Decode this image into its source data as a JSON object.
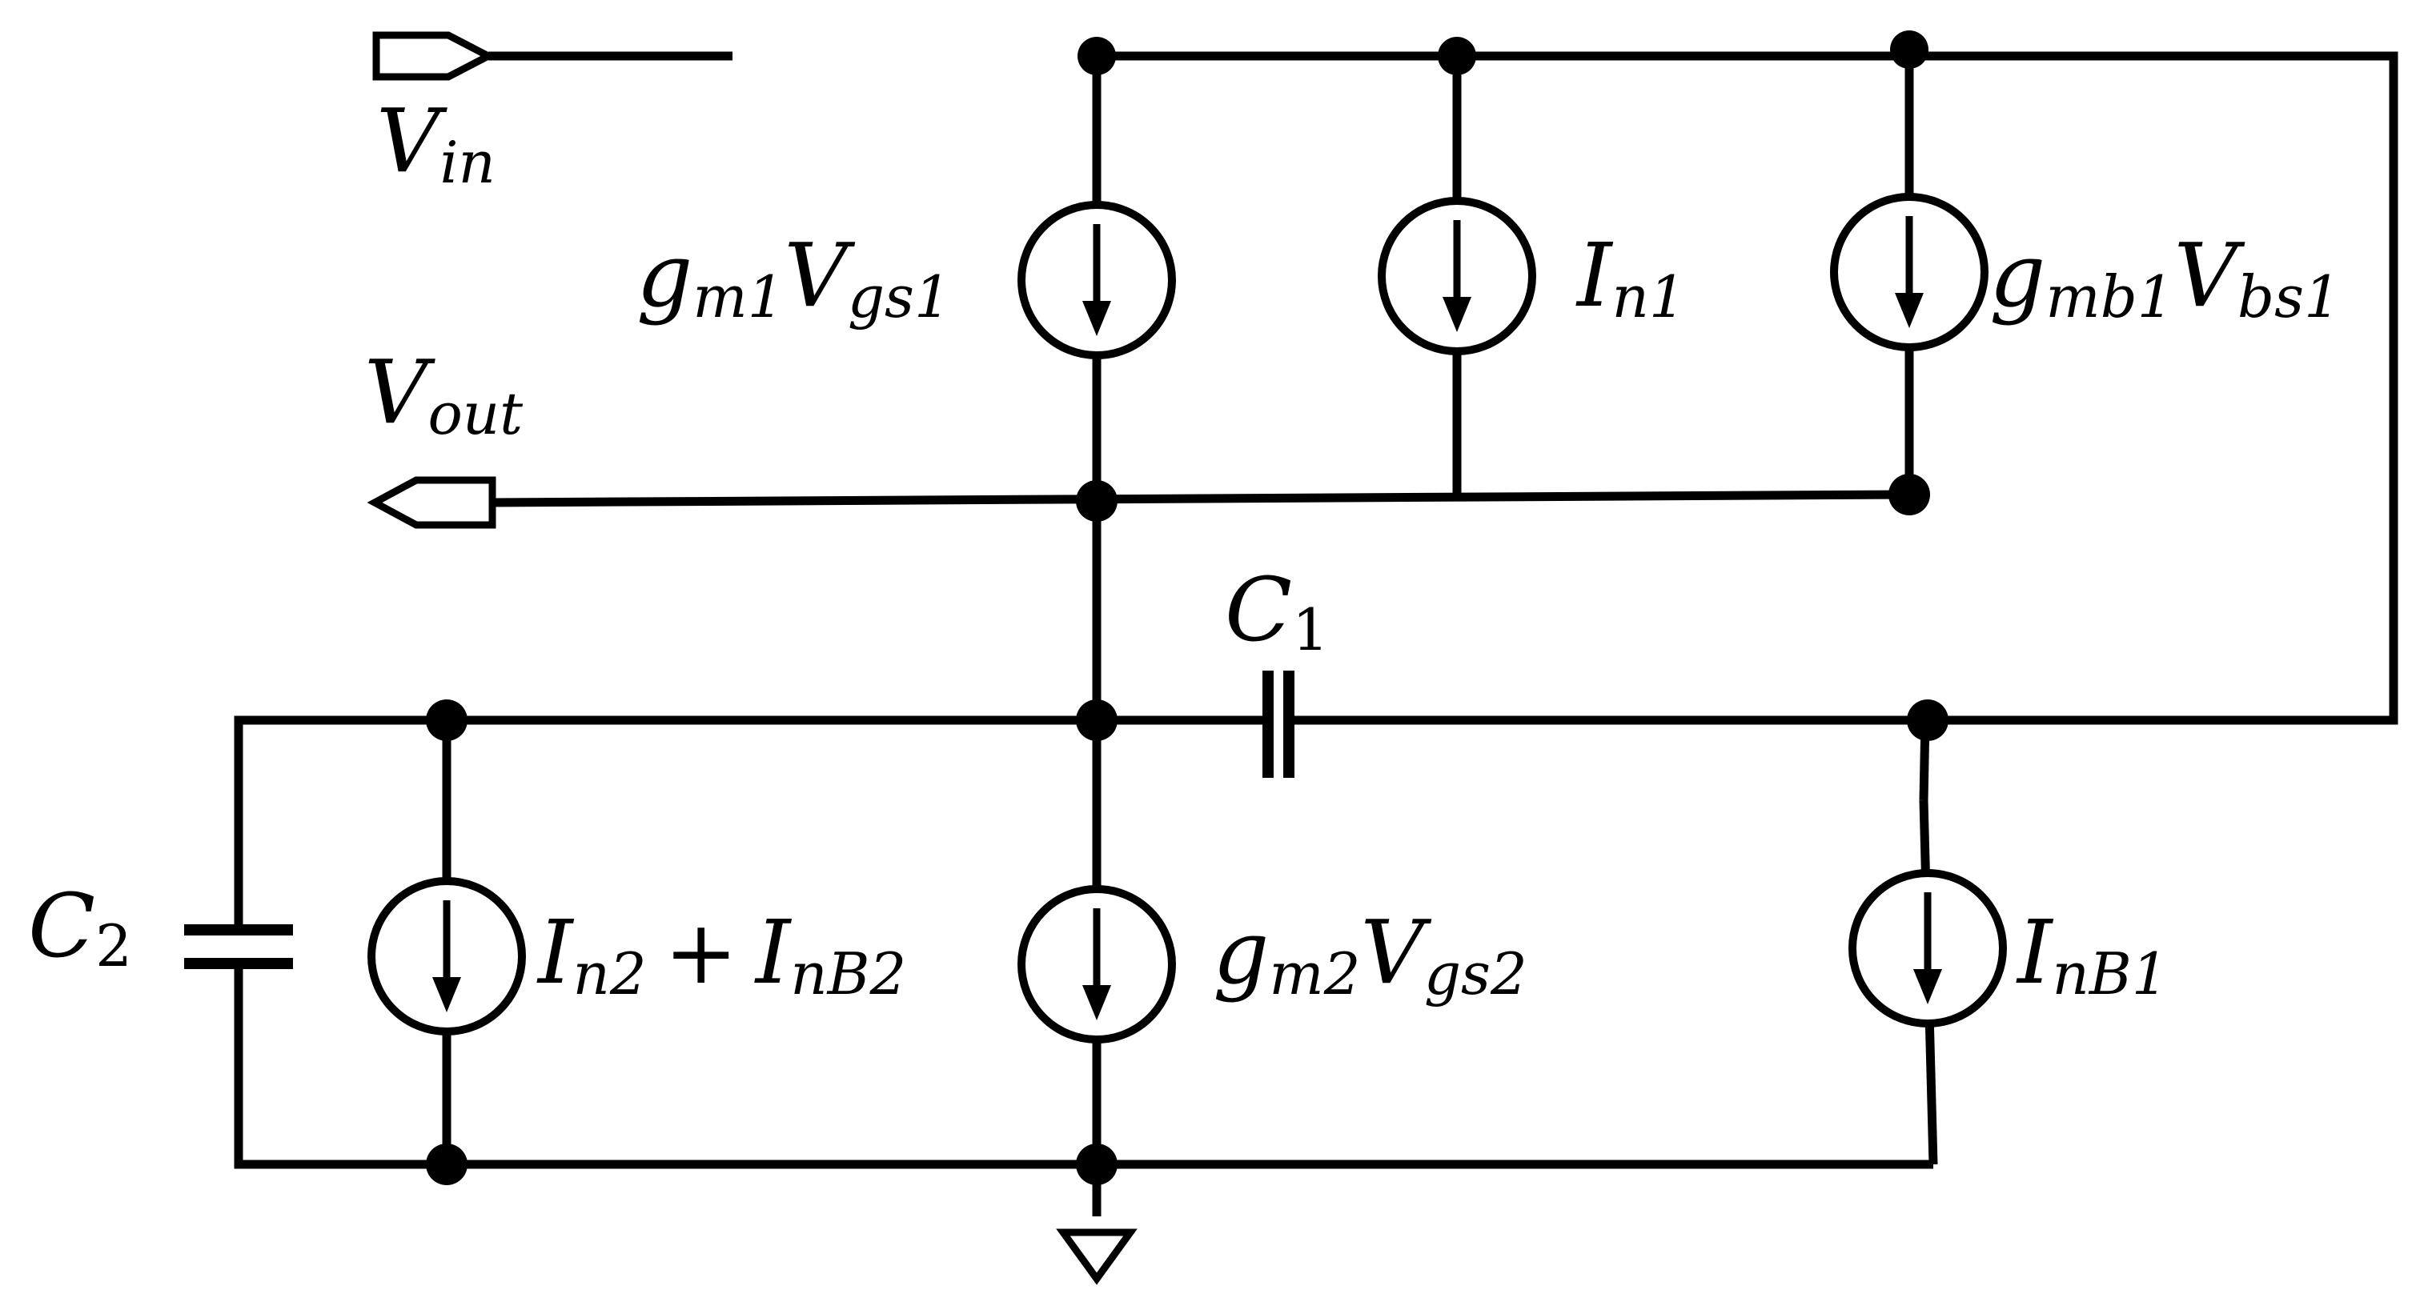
{
  "diagram": {
    "labels": {
      "vin": {
        "main": "V",
        "sub": "in"
      },
      "vout": {
        "main": "V",
        "sub": "out"
      },
      "gm1": {
        "g": "g",
        "gsub": "m1",
        "v": "V",
        "vsub": "gs1"
      },
      "in1": {
        "main": "I",
        "sub": "n1"
      },
      "gmb1": {
        "g": "g",
        "gsub": "mb1",
        "v": "V",
        "vsub": "bs1"
      },
      "c1": {
        "main": "C",
        "sub": "1"
      },
      "c2": {
        "main": "C",
        "sub": "2"
      },
      "in2": {
        "main1": "I",
        "sub1": "n2",
        "op": "+",
        "main2": "I",
        "sub2": "nB2"
      },
      "gm2": {
        "g": "g",
        "gsub": "m2",
        "v": "V",
        "vsub": "gs2"
      },
      "inb1": {
        "main": "I",
        "sub": "nB1"
      }
    }
  }
}
